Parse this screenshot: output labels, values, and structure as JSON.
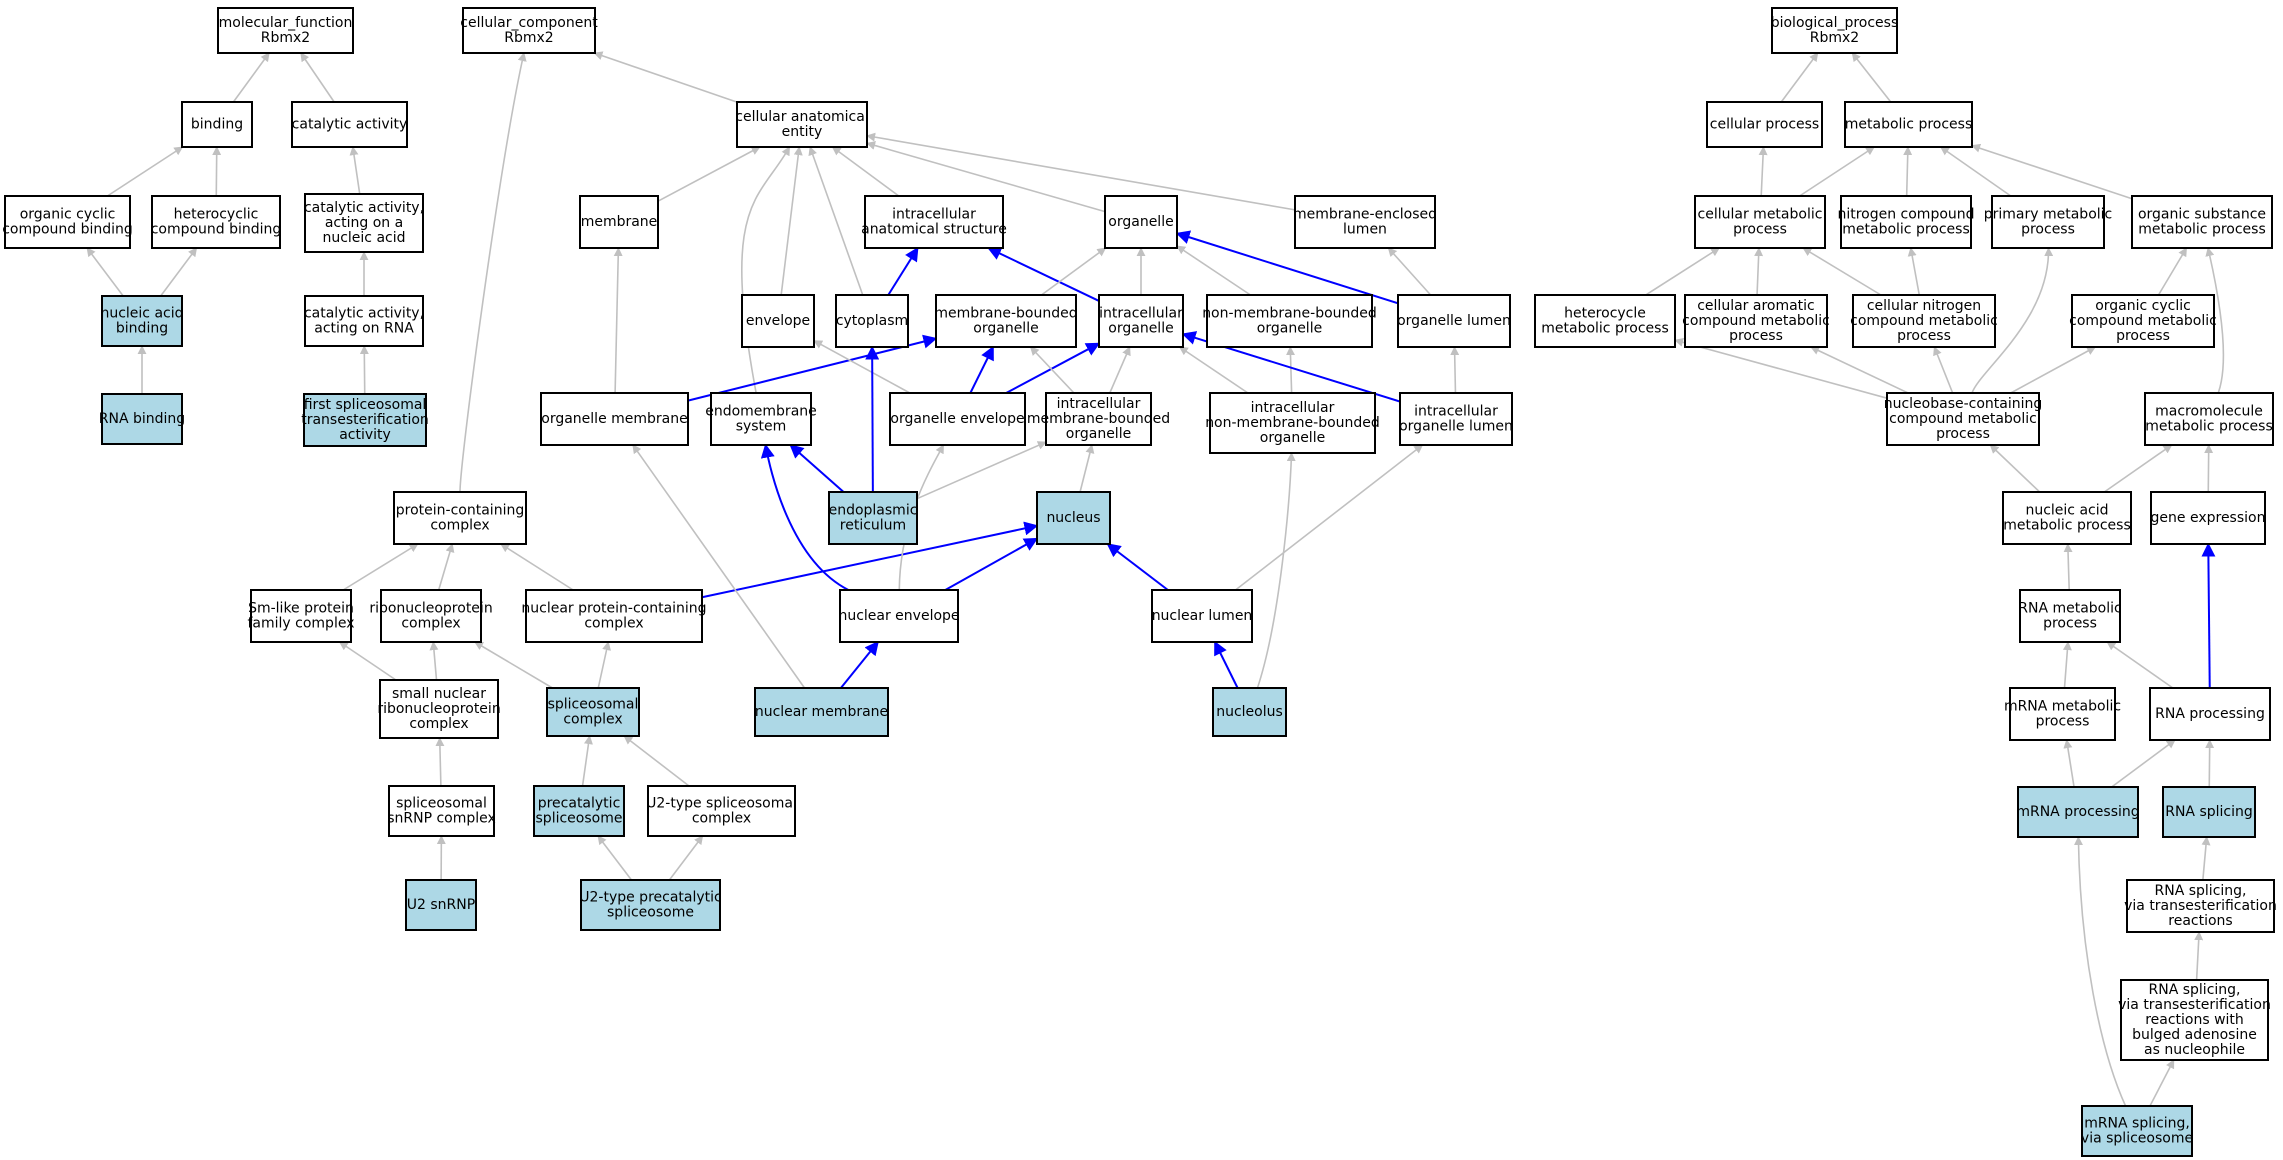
{
  "colors": {
    "highlight_fill": "#add8e6",
    "plain_fill": "#ffffff",
    "edge_gray": "#c0c0c0",
    "edge_blue": "#0000ff"
  },
  "nodes": [
    {
      "id": "mf_root",
      "lines": [
        "molecular_function",
        "Rbmx2"
      ],
      "highlighted": false
    },
    {
      "id": "binding",
      "lines": [
        "binding"
      ],
      "highlighted": false
    },
    {
      "id": "catalytic_activity",
      "lines": [
        "catalytic activity"
      ],
      "highlighted": false
    },
    {
      "id": "organic_cyclic_binding",
      "lines": [
        "organic cyclic",
        "compound binding"
      ],
      "highlighted": false
    },
    {
      "id": "heterocyclic_binding",
      "lines": [
        "heterocyclic",
        "compound binding"
      ],
      "highlighted": false
    },
    {
      "id": "cat_nucleic",
      "lines": [
        "catalytic activity,",
        "acting on a",
        "nucleic acid"
      ],
      "highlighted": false
    },
    {
      "id": "nucleic_acid_binding",
      "lines": [
        "nucleic acid",
        "binding"
      ],
      "highlighted": true
    },
    {
      "id": "cat_rna",
      "lines": [
        "catalytic activity,",
        "acting on RNA"
      ],
      "highlighted": false
    },
    {
      "id": "rna_binding",
      "lines": [
        "RNA binding"
      ],
      "highlighted": true
    },
    {
      "id": "first_splice",
      "lines": [
        "first spliceosomal",
        "transesterification",
        "activity"
      ],
      "highlighted": true
    },
    {
      "id": "cc_root",
      "lines": [
        "cellular_component",
        "Rbmx2"
      ],
      "highlighted": false
    },
    {
      "id": "cae",
      "lines": [
        "cellular anatomical",
        "entity"
      ],
      "highlighted": false
    },
    {
      "id": "membrane",
      "lines": [
        "membrane"
      ],
      "highlighted": false
    },
    {
      "id": "ias",
      "lines": [
        "intracellular",
        "anatomical structure"
      ],
      "highlighted": false
    },
    {
      "id": "organelle",
      "lines": [
        "organelle"
      ],
      "highlighted": false
    },
    {
      "id": "mel",
      "lines": [
        "membrane-enclosed",
        "lumen"
      ],
      "highlighted": false
    },
    {
      "id": "envelope",
      "lines": [
        "envelope"
      ],
      "highlighted": false
    },
    {
      "id": "cytoplasm",
      "lines": [
        "cytoplasm"
      ],
      "highlighted": false
    },
    {
      "id": "mbo",
      "lines": [
        "membrane-bounded",
        "organelle"
      ],
      "highlighted": false
    },
    {
      "id": "io",
      "lines": [
        "intracellular",
        "organelle"
      ],
      "highlighted": false
    },
    {
      "id": "nmbo",
      "lines": [
        "non-membrane-bounded",
        "organelle"
      ],
      "highlighted": false
    },
    {
      "id": "ol",
      "lines": [
        "organelle lumen"
      ],
      "highlighted": false
    },
    {
      "id": "om",
      "lines": [
        "organelle membrane"
      ],
      "highlighted": false
    },
    {
      "id": "ems",
      "lines": [
        "endomembrane",
        "system"
      ],
      "highlighted": false
    },
    {
      "id": "oe",
      "lines": [
        "organelle envelope"
      ],
      "highlighted": false
    },
    {
      "id": "imbo",
      "lines": [
        "intracellular",
        "membrane-bounded",
        "organelle"
      ],
      "highlighted": false
    },
    {
      "id": "inmbo",
      "lines": [
        "intracellular",
        "non-membrane-bounded",
        "organelle"
      ],
      "highlighted": false
    },
    {
      "id": "iol",
      "lines": [
        "intracellular",
        "organelle lumen"
      ],
      "highlighted": false
    },
    {
      "id": "er",
      "lines": [
        "endoplasmic",
        "reticulum"
      ],
      "highlighted": true
    },
    {
      "id": "nucleus",
      "lines": [
        "nucleus"
      ],
      "highlighted": true
    },
    {
      "id": "pcc",
      "lines": [
        "protein-containing",
        "complex"
      ],
      "highlighted": false
    },
    {
      "id": "smlike",
      "lines": [
        "Sm-like protein",
        "family complex"
      ],
      "highlighted": false
    },
    {
      "id": "rnp",
      "lines": [
        "ribonucleoprotein",
        "complex"
      ],
      "highlighted": false
    },
    {
      "id": "npcc",
      "lines": [
        "nuclear protein-containing",
        "complex"
      ],
      "highlighted": false
    },
    {
      "id": "nenv",
      "lines": [
        "nuclear envelope"
      ],
      "highlighted": false
    },
    {
      "id": "nlumen",
      "lines": [
        "nuclear lumen"
      ],
      "highlighted": false
    },
    {
      "id": "snrnp",
      "lines": [
        "small nuclear",
        "ribonucleoprotein",
        "complex"
      ],
      "highlighted": false
    },
    {
      "id": "spliceo",
      "lines": [
        "spliceosomal",
        "complex"
      ],
      "highlighted": true
    },
    {
      "id": "nmem",
      "lines": [
        "nuclear membrane"
      ],
      "highlighted": true
    },
    {
      "id": "nucleolus",
      "lines": [
        "nucleolus"
      ],
      "highlighted": true
    },
    {
      "id": "sp_snrnp",
      "lines": [
        "spliceosomal",
        "snRNP complex"
      ],
      "highlighted": false
    },
    {
      "id": "precat",
      "lines": [
        "precatalytic",
        "spliceosome"
      ],
      "highlighted": true
    },
    {
      "id": "u2type",
      "lines": [
        "U2-type spliceosomal",
        "complex"
      ],
      "highlighted": false
    },
    {
      "id": "u2snrnp",
      "lines": [
        "U2 snRNP"
      ],
      "highlighted": true
    },
    {
      "id": "u2precat",
      "lines": [
        "U2-type precatalytic",
        "spliceosome"
      ],
      "highlighted": true
    },
    {
      "id": "bp_root",
      "lines": [
        "biological_process",
        "Rbmx2"
      ],
      "highlighted": false
    },
    {
      "id": "cellular_process",
      "lines": [
        "cellular process"
      ],
      "highlighted": false
    },
    {
      "id": "metabolic_process",
      "lines": [
        "metabolic process"
      ],
      "highlighted": false
    },
    {
      "id": "cmp",
      "lines": [
        "cellular metabolic",
        "process"
      ],
      "highlighted": false
    },
    {
      "id": "ncmp",
      "lines": [
        "nitrogen compound",
        "metabolic process"
      ],
      "highlighted": false
    },
    {
      "id": "pmp",
      "lines": [
        "primary metabolic",
        "process"
      ],
      "highlighted": false
    },
    {
      "id": "osmp",
      "lines": [
        "organic substance",
        "metabolic process"
      ],
      "highlighted": false
    },
    {
      "id": "hmp",
      "lines": [
        "heterocycle",
        "metabolic process"
      ],
      "highlighted": false
    },
    {
      "id": "cacmp",
      "lines": [
        "cellular aromatic",
        "compound metabolic",
        "process"
      ],
      "highlighted": false
    },
    {
      "id": "cncmp",
      "lines": [
        "cellular nitrogen",
        "compound metabolic",
        "process"
      ],
      "highlighted": false
    },
    {
      "id": "occmp",
      "lines": [
        "organic cyclic",
        "compound metabolic",
        "process"
      ],
      "highlighted": false
    },
    {
      "id": "nbcmp",
      "lines": [
        "nucleobase-containing",
        "compound metabolic",
        "process"
      ],
      "highlighted": false
    },
    {
      "id": "mmp",
      "lines": [
        "macromolecule",
        "metabolic process"
      ],
      "highlighted": false
    },
    {
      "id": "namp",
      "lines": [
        "nucleic acid",
        "metabolic process"
      ],
      "highlighted": false
    },
    {
      "id": "gexp",
      "lines": [
        "gene expression"
      ],
      "highlighted": false
    },
    {
      "id": "rmp",
      "lines": [
        "RNA metabolic",
        "process"
      ],
      "highlighted": false
    },
    {
      "id": "mrmp",
      "lines": [
        "mRNA metabolic",
        "process"
      ],
      "highlighted": false
    },
    {
      "id": "rproc",
      "lines": [
        "RNA processing"
      ],
      "highlighted": false
    },
    {
      "id": "mrproc",
      "lines": [
        "mRNA processing"
      ],
      "highlighted": true
    },
    {
      "id": "rsplice",
      "lines": [
        "RNA splicing"
      ],
      "highlighted": true
    },
    {
      "id": "rs_trans",
      "lines": [
        "RNA splicing,",
        "via transesterification",
        "reactions"
      ],
      "highlighted": false
    },
    {
      "id": "rs_bulged",
      "lines": [
        "RNA splicing,",
        "via transesterification",
        "reactions with",
        "bulged adenosine",
        "as nucleophile"
      ],
      "highlighted": false
    },
    {
      "id": "mrs_spliceo",
      "lines": [
        "mRNA splicing,",
        "via spliceosome"
      ],
      "highlighted": true
    }
  ],
  "edges": [
    {
      "from": "binding",
      "to": "mf_root",
      "color": "gray"
    },
    {
      "from": "catalytic_activity",
      "to": "mf_root",
      "color": "gray"
    },
    {
      "from": "organic_cyclic_binding",
      "to": "binding",
      "color": "gray"
    },
    {
      "from": "heterocyclic_binding",
      "to": "binding",
      "color": "gray"
    },
    {
      "from": "cat_nucleic",
      "to": "catalytic_activity",
      "color": "gray"
    },
    {
      "from": "nucleic_acid_binding",
      "to": "organic_cyclic_binding",
      "color": "gray"
    },
    {
      "from": "nucleic_acid_binding",
      "to": "heterocyclic_binding",
      "color": "gray"
    },
    {
      "from": "cat_rna",
      "to": "cat_nucleic",
      "color": "gray"
    },
    {
      "from": "rna_binding",
      "to": "nucleic_acid_binding",
      "color": "gray"
    },
    {
      "from": "first_splice",
      "to": "cat_rna",
      "color": "gray"
    },
    {
      "from": "cae",
      "to": "cc_root",
      "color": "gray"
    },
    {
      "from": "pcc",
      "to": "cc_root",
      "color": "gray",
      "via": "C 460 460 500 160"
    },
    {
      "from": "membrane",
      "to": "cae",
      "color": "gray"
    },
    {
      "from": "ias",
      "to": "cae",
      "color": "gray"
    },
    {
      "from": "organelle",
      "to": "cae",
      "color": "gray"
    },
    {
      "from": "mel",
      "to": "cae",
      "color": "gray"
    },
    {
      "from": "envelope",
      "to": "cae",
      "color": "gray"
    },
    {
      "from": "cytoplasm",
      "to": "cae",
      "color": "gray"
    },
    {
      "from": "ems",
      "to": "cae",
      "color": "gray",
      "via": "C 720 200 760 200"
    },
    {
      "from": "cytoplasm",
      "to": "ias",
      "color": "blue"
    },
    {
      "from": "io",
      "to": "ias",
      "color": "blue"
    },
    {
      "from": "mbo",
      "to": "organelle",
      "color": "gray"
    },
    {
      "from": "io",
      "to": "organelle",
      "color": "gray"
    },
    {
      "from": "nmbo",
      "to": "organelle",
      "color": "gray"
    },
    {
      "from": "ol",
      "to": "organelle",
      "color": "blue"
    },
    {
      "from": "ol",
      "to": "mel",
      "color": "gray"
    },
    {
      "from": "om",
      "to": "membrane",
      "color": "gray"
    },
    {
      "from": "om",
      "to": "mbo",
      "color": "blue"
    },
    {
      "from": "oe",
      "to": "mbo",
      "color": "blue"
    },
    {
      "from": "oe",
      "to": "io",
      "color": "blue"
    },
    {
      "from": "oe",
      "to": "envelope",
      "color": "gray"
    },
    {
      "from": "imbo",
      "to": "mbo",
      "color": "gray"
    },
    {
      "from": "imbo",
      "to": "io",
      "color": "gray"
    },
    {
      "from": "inmbo",
      "to": "io",
      "color": "gray"
    },
    {
      "from": "inmbo",
      "to": "nmbo",
      "color": "gray"
    },
    {
      "from": "iol",
      "to": "io",
      "color": "blue"
    },
    {
      "from": "iol",
      "to": "ol",
      "color": "gray"
    },
    {
      "from": "er",
      "to": "cytoplasm",
      "color": "blue"
    },
    {
      "from": "er",
      "to": "ems",
      "color": "blue"
    },
    {
      "from": "er",
      "to": "imbo",
      "color": "gray"
    },
    {
      "from": "nucleus",
      "to": "imbo",
      "color": "gray"
    },
    {
      "from": "smlike",
      "to": "pcc",
      "color": "gray"
    },
    {
      "from": "rnp",
      "to": "pcc",
      "color": "gray"
    },
    {
      "from": "npcc",
      "to": "pcc",
      "color": "gray"
    },
    {
      "from": "npcc",
      "to": "nucleus",
      "color": "blue"
    },
    {
      "from": "nenv",
      "to": "nucleus",
      "color": "blue"
    },
    {
      "from": "nenv",
      "to": "ems",
      "color": "blue",
      "via": "C 790 560 770 470"
    },
    {
      "from": "nenv",
      "to": "oe",
      "color": "gray",
      "via": "C 900 520 930 470"
    },
    {
      "from": "nlumen",
      "to": "nucleus",
      "color": "blue"
    },
    {
      "from": "nlumen",
      "to": "iol",
      "color": "gray"
    },
    {
      "from": "snrnp",
      "to": "smlike",
      "color": "gray"
    },
    {
      "from": "snrnp",
      "to": "rnp",
      "color": "gray"
    },
    {
      "from": "spliceo",
      "to": "rnp",
      "color": "gray"
    },
    {
      "from": "spliceo",
      "to": "npcc",
      "color": "gray"
    },
    {
      "from": "nmem",
      "to": "nenv",
      "color": "blue"
    },
    {
      "from": "nmem",
      "to": "om",
      "color": "gray"
    },
    {
      "from": "nucleolus",
      "to": "nlumen",
      "color": "blue"
    },
    {
      "from": "nucleolus",
      "to": "inmbo",
      "color": "gray",
      "via": "C 1280 620 1290 500"
    },
    {
      "from": "sp_snrnp",
      "to": "snrnp",
      "color": "gray"
    },
    {
      "from": "precat",
      "to": "spliceo",
      "color": "gray"
    },
    {
      "from": "u2type",
      "to": "spliceo",
      "color": "gray"
    },
    {
      "from": "u2snrnp",
      "to": "sp_snrnp",
      "color": "gray"
    },
    {
      "from": "u2precat",
      "to": "precat",
      "color": "gray"
    },
    {
      "from": "u2precat",
      "to": "u2type",
      "color": "gray"
    },
    {
      "from": "cellular_process",
      "to": "bp_root",
      "color": "gray"
    },
    {
      "from": "metabolic_process",
      "to": "bp_root",
      "color": "gray"
    },
    {
      "from": "cmp",
      "to": "cellular_process",
      "color": "gray"
    },
    {
      "from": "cmp",
      "to": "metabolic_process",
      "color": "gray"
    },
    {
      "from": "ncmp",
      "to": "metabolic_process",
      "color": "gray"
    },
    {
      "from": "pmp",
      "to": "metabolic_process",
      "color": "gray"
    },
    {
      "from": "osmp",
      "to": "metabolic_process",
      "color": "gray"
    },
    {
      "from": "hmp",
      "to": "cmp",
      "color": "gray"
    },
    {
      "from": "cacmp",
      "to": "cmp",
      "color": "gray"
    },
    {
      "from": "cncmp",
      "to": "cmp",
      "color": "gray"
    },
    {
      "from": "cncmp",
      "to": "ncmp",
      "color": "gray"
    },
    {
      "from": "occmp",
      "to": "osmp",
      "color": "gray"
    },
    {
      "from": "nbcmp",
      "to": "hmp",
      "color": "gray"
    },
    {
      "from": "nbcmp",
      "to": "cacmp",
      "color": "gray"
    },
    {
      "from": "nbcmp",
      "to": "cncmp",
      "color": "gray"
    },
    {
      "from": "nbcmp",
      "to": "occmp",
      "color": "gray"
    },
    {
      "from": "nbcmp",
      "to": "pmp",
      "color": "gray",
      "via": "C 1980 370 2050 320"
    },
    {
      "from": "mmp",
      "to": "osmp",
      "color": "gray",
      "via": "C 2230 360 2220 300"
    },
    {
      "from": "namp",
      "to": "nbcmp",
      "color": "gray"
    },
    {
      "from": "namp",
      "to": "mmp",
      "color": "gray"
    },
    {
      "from": "gexp",
      "to": "mmp",
      "color": "gray"
    },
    {
      "from": "rmp",
      "to": "namp",
      "color": "gray"
    },
    {
      "from": "mrmp",
      "to": "rmp",
      "color": "gray"
    },
    {
      "from": "rproc",
      "to": "rmp",
      "color": "gray"
    },
    {
      "from": "rproc",
      "to": "gexp",
      "color": "blue"
    },
    {
      "from": "mrproc",
      "to": "mrmp",
      "color": "gray"
    },
    {
      "from": "mrproc",
      "to": "rproc",
      "color": "gray"
    },
    {
      "from": "rsplice",
      "to": "rproc",
      "color": "gray"
    },
    {
      "from": "rs_trans",
      "to": "rsplice",
      "color": "gray"
    },
    {
      "from": "rs_bulged",
      "to": "rs_trans",
      "color": "gray"
    },
    {
      "from": "mrs_spliceo",
      "to": "rs_bulged",
      "color": "gray"
    },
    {
      "from": "mrs_spliceo",
      "to": "mrproc",
      "color": "gray",
      "via": "C 2100 1050 2080 950"
    }
  ]
}
